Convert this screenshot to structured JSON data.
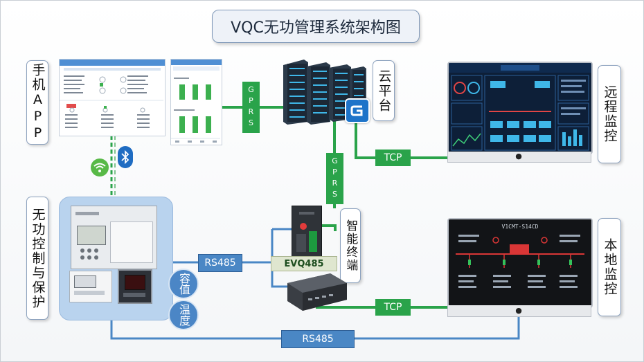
{
  "title": "VQC无功管理系统架构图",
  "labels": {
    "mobile_app": "手机APP",
    "cloud_platform": "云平台",
    "remote_monitor": "远程监控",
    "reactive_control": "无功控制与保护",
    "smart_terminal": "智能终端",
    "local_monitor": "本地监控",
    "capacitance": "容值",
    "temperature": "温度"
  },
  "links": {
    "gprs_top": "GPRS",
    "gprs_mid": "GPRS",
    "tcp_top": "TCP",
    "tcp_bottom": "TCP",
    "rs485_left": "RS485",
    "rs485_bottom": "RS485",
    "evq": "EVQ485"
  },
  "local_screen_title": "V1CMT-S14CD",
  "colors": {
    "green_link": "#2aa34a",
    "blue_link": "#4a87c5",
    "panel_bg": "#b9d3ee"
  },
  "icons": [
    "wifi-icon",
    "bluetooth-icon",
    "apple-icon",
    "cloud-logo-icon"
  ]
}
